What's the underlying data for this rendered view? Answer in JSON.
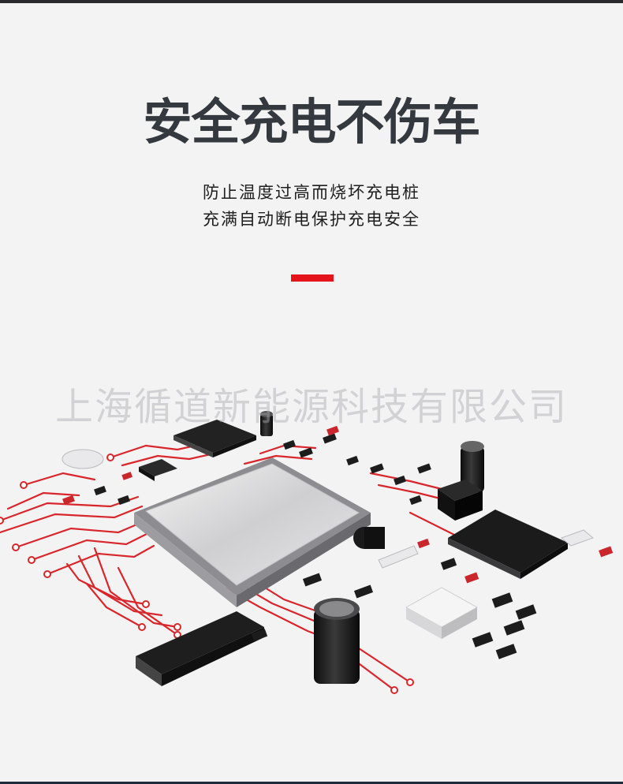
{
  "headline": "安全充电不伤车",
  "subtitle_lines": [
    "防止温度过高而烧坏充电桩",
    "充满自动断电保护充电安全"
  ],
  "watermark": "上海循道新能源科技有限公司",
  "colors": {
    "background": "#f3f3f4",
    "headline": "#34383f",
    "accent": "#e5131a",
    "trace": "#d9262b"
  }
}
